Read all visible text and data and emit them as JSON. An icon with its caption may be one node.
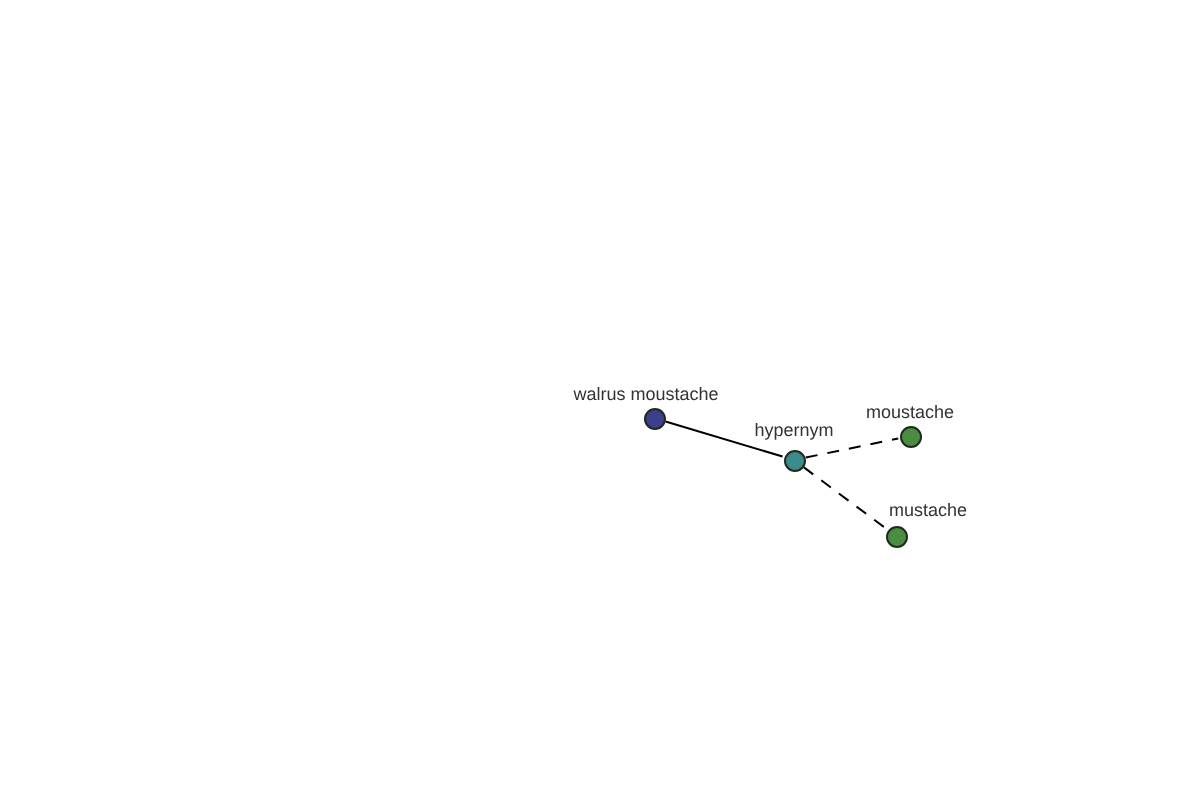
{
  "diagram": {
    "nodes": [
      {
        "text": [],
        "shape": "circle",
        "beside": [
          "walrus moustache"
        ]
      },
      {
        "text": [],
        "shape": "circle",
        "beside": [
          "hypernym"
        ]
      },
      {
        "text": [],
        "shape": "circle",
        "beside": [
          "moustache"
        ]
      },
      {
        "text": [],
        "shape": "circle",
        "beside": [
          "mustache"
        ]
      }
    ],
    "edges": [
      {
        "from": 0,
        "to": 1,
        "arrow": "none"
      },
      {
        "from": 1,
        "to": 2,
        "arrow": "none",
        "style": "dashed"
      },
      {
        "from": 1,
        "to": 3,
        "arrow": "none",
        "style": "dashed"
      }
    ]
  }
}
